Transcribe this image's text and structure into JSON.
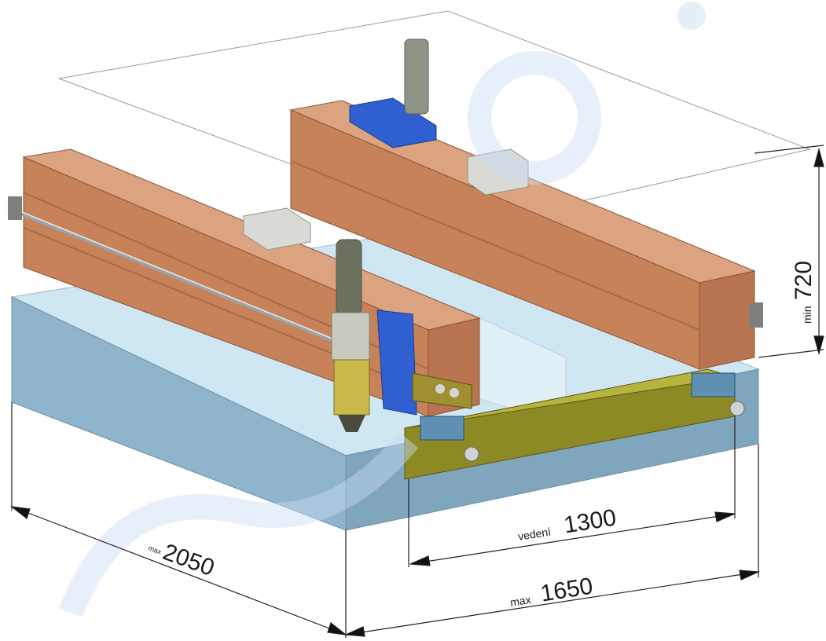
{
  "dimensions": {
    "depth": {
      "prefix": "max",
      "value": "2050"
    },
    "width": {
      "prefix": "max",
      "value": "1650"
    },
    "guide": {
      "prefix": "vedení",
      "value": "1300"
    },
    "height": {
      "prefix": "min",
      "value": "720"
    }
  },
  "colors": {
    "beam": "#c8825a",
    "beam_top": "#dba37f",
    "beam_dark": "#a86a45",
    "base_front": "#7fa6bd",
    "base_side": "#a8c8db",
    "base_top": "#cfe6f3",
    "carriage_blue": "#2f5fd0",
    "rail_olive": "#8c8a25",
    "motor_gray": "#8f9488",
    "watermark": "#dbe7f7"
  }
}
